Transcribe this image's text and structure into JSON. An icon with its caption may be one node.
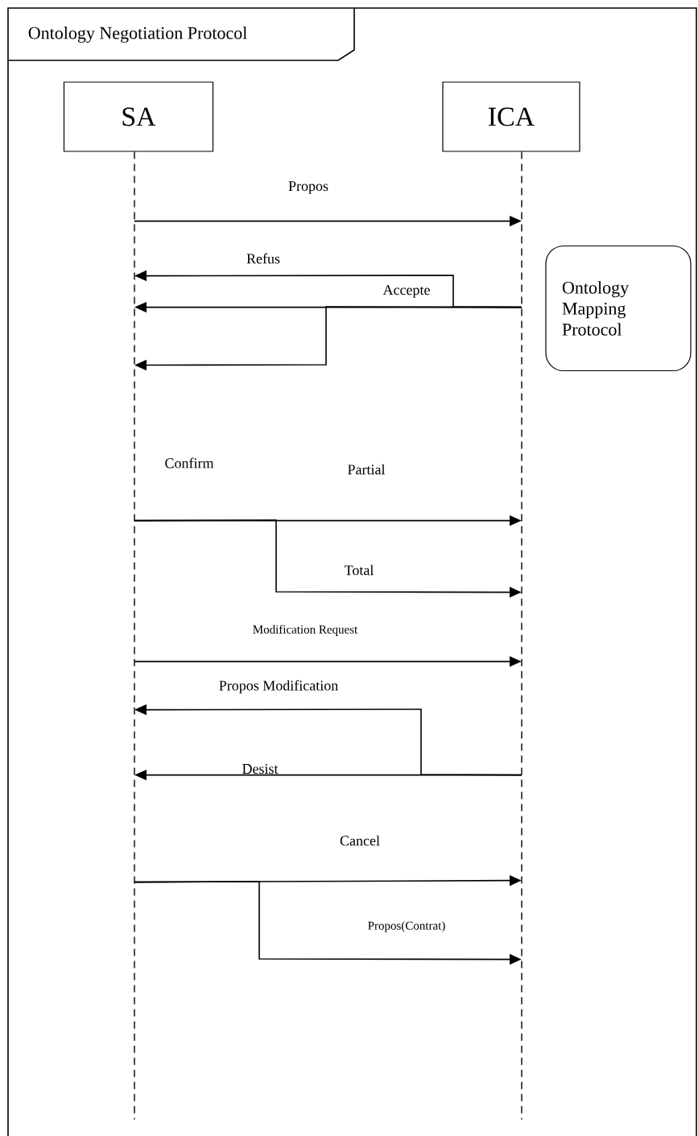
{
  "diagram": {
    "nodes": [
      {
        "text": [
          "Ontology Negotiation Protocol"
        ]
      },
      {
        "text": [
          "SA"
        ],
        "in": 0
      },
      {
        "text": [
          "ICA"
        ],
        "in": 0
      },
      {
        "text": [
          "Ontology Mapping Protocol"
        ],
        "in": 0
      }
    ],
    "edges": [
      {
        "from": 1,
        "to": 2,
        "arrow": "to",
        "label": "Propos"
      },
      {
        "from": 2,
        "to": 1,
        "arrow": "to",
        "label": "Refus"
      },
      {
        "from": 2,
        "to": 1,
        "arrow": "to",
        "label": "Accepte"
      },
      {
        "from": 2,
        "to": 1,
        "arrow": "to"
      },
      {
        "from": 1,
        "to": 2,
        "arrow": "to",
        "label": "Partial"
      },
      {
        "from": 1,
        "to": 2,
        "arrow": "to",
        "label": "Total"
      },
      {
        "from": 1,
        "to": 2,
        "arrow": "to",
        "label": "Modification Request"
      },
      {
        "from": 2,
        "to": 1,
        "arrow": "to",
        "label": "Propos Modification"
      },
      {
        "from": 2,
        "to": 1,
        "arrow": "to",
        "label": "Desist"
      },
      {
        "from": 1,
        "to": 2,
        "arrow": "to",
        "label": "Cancel"
      },
      {
        "from": 1,
        "to": 2,
        "arrow": "to",
        "label": "Propos(Contrat)"
      }
    ],
    "labels": [
      "Confirm"
    ]
  }
}
